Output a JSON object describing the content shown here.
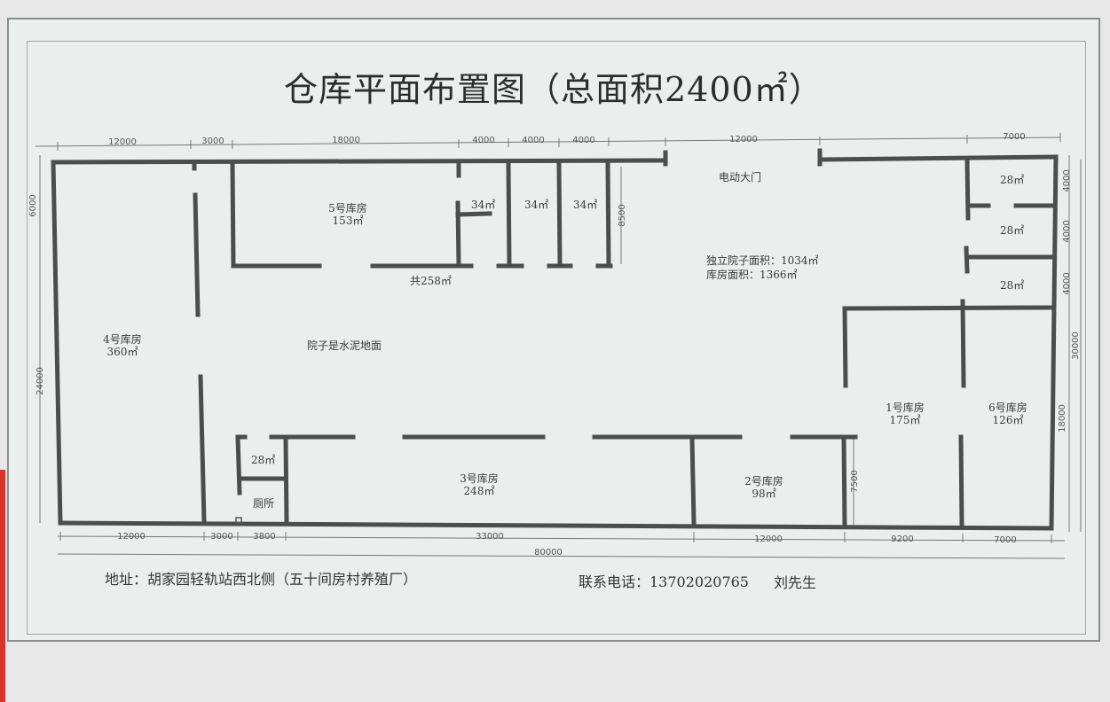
{
  "title": "仓库平面布置图（总面积2400㎡）",
  "rooms": {
    "r5_name": "5号库房",
    "r5_area": "153㎡",
    "r4_name": "4号库房",
    "r4_area": "360㎡",
    "r3_name": "3号库房",
    "r3_area": "248㎡",
    "r2_name": "2号库房",
    "r2_area": "98㎡",
    "r1_name": "1号库房",
    "r1_area": "175㎡",
    "r6_name": "6号库房",
    "r6_area": "126㎡",
    "small_a": "34㎡",
    "small_b": "34㎡",
    "small_c": "34㎡",
    "total_small": "共258㎡",
    "right_a": "28㎡",
    "right_b": "28㎡",
    "right_c": "28㎡",
    "toilet_area": "28㎡",
    "toilet": "厕所"
  },
  "notes": {
    "gate": "电动大门",
    "yard_area": "独立院子面积：1034㎡",
    "storage_area": "库房面积：1366㎡",
    "yard_floor": "院子是水泥地面"
  },
  "dims": {
    "top": [
      "12000",
      "3000",
      "18000",
      "4000",
      "4000",
      "4000",
      "12000",
      "7000"
    ],
    "bottom": [
      "12000",
      "3000",
      "3800",
      "33000",
      "12000",
      "9200",
      "7000"
    ],
    "total": "80000",
    "left": [
      "6000",
      "24000"
    ],
    "right": [
      "4000",
      "4000",
      "4000",
      "30000",
      "18000"
    ],
    "inner_8500": "8500",
    "inner_7500": "7500"
  },
  "footer": {
    "address": "地址：胡家园轻轨站西北侧（五十间房村养殖厂）",
    "phone": "联系电话：13702020765",
    "contact": "刘先生"
  }
}
